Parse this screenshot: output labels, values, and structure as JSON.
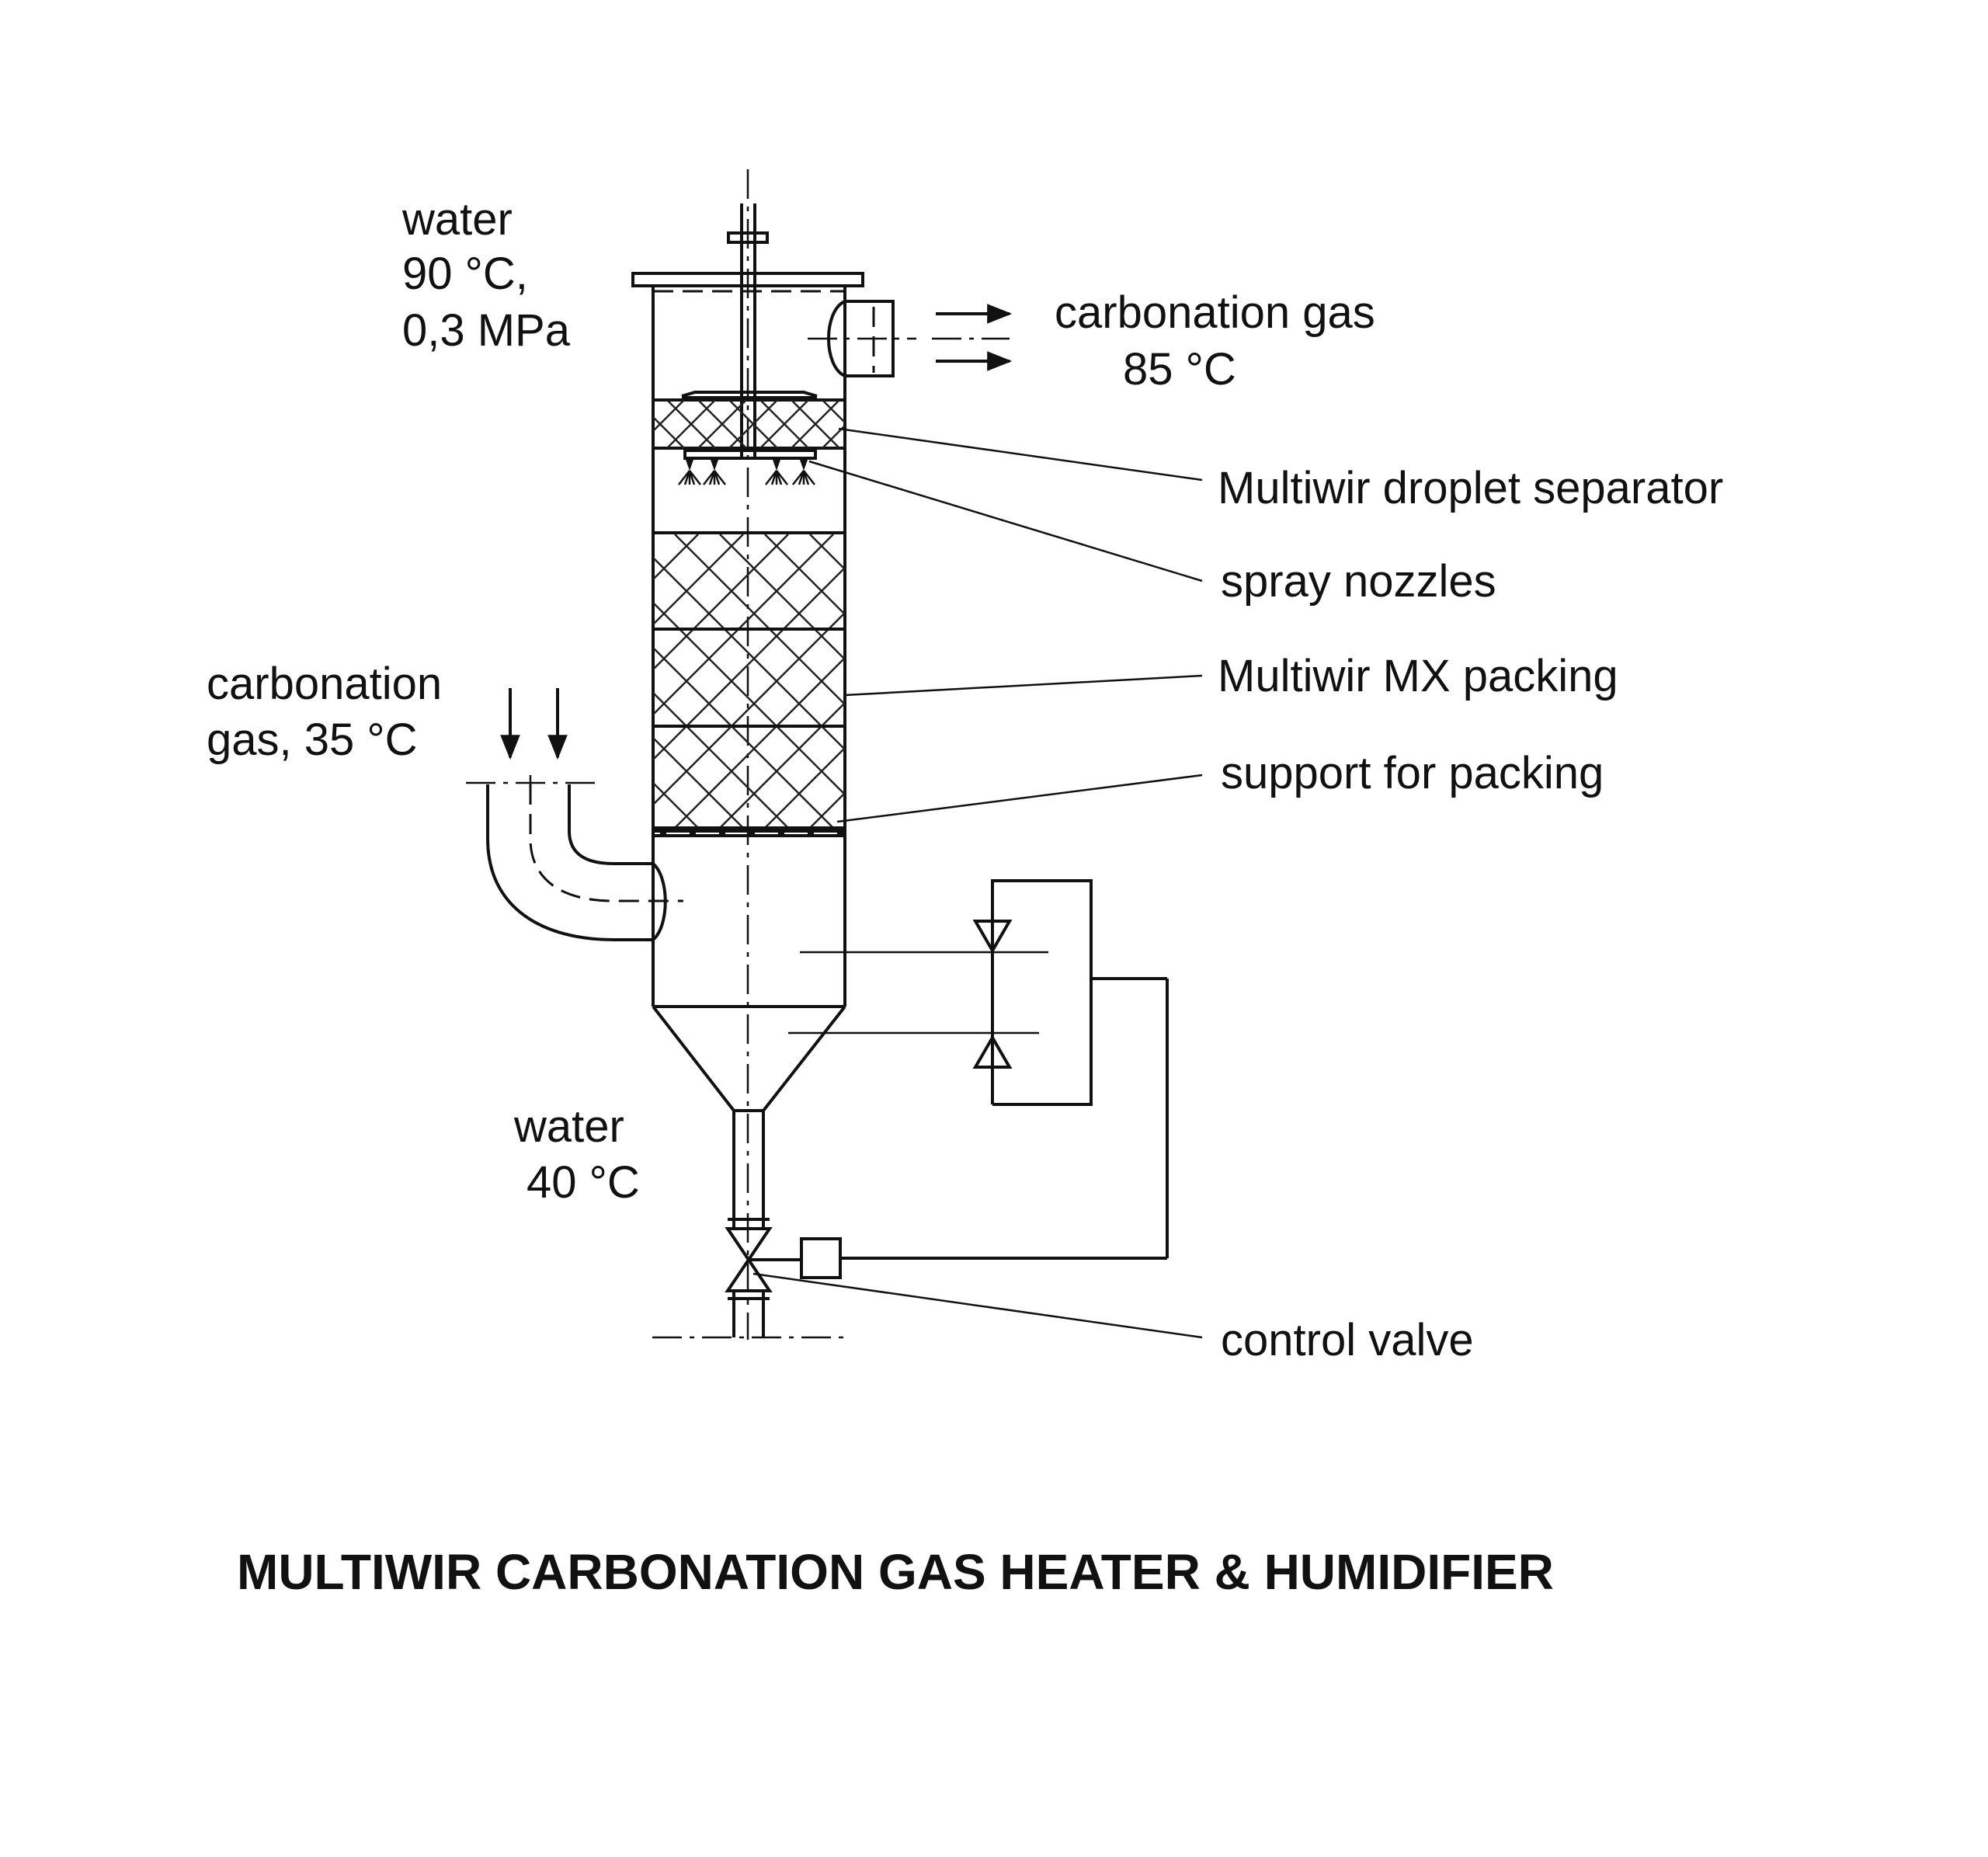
{
  "title": "MULTIWIR CARBONATION GAS HEATER & HUMIDIFIER",
  "inlets_outlets": {
    "water_in": [
      "water",
      "90 °C,",
      "0,3 MPa"
    ],
    "gas_out": [
      "carbonation gas",
      "85 °C"
    ],
    "gas_in": [
      "carbonation",
      "gas,  35 °C"
    ],
    "water_out": [
      "water",
      "40 °C"
    ]
  },
  "callouts": [
    "Multiwir droplet separator",
    "spray nozzles",
    "Multiwir MX packing",
    "support for packing",
    "control valve"
  ]
}
